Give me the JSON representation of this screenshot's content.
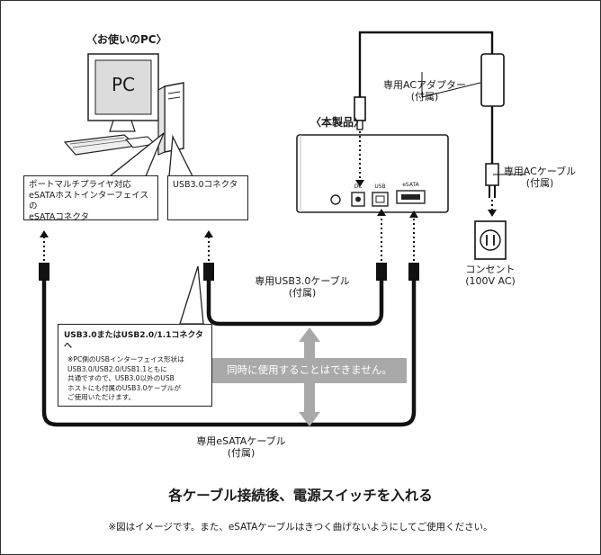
{
  "pc": {
    "caption": "〈お使いのPC〉",
    "screen_label": "PC"
  },
  "product": {
    "caption": "〈本製品〉",
    "port_label_dc": "DC",
    "port_label_usb": "USB",
    "port_label_esata": "eSATA"
  },
  "callouts": {
    "esata_port": "ポートマルチプライヤ対応\neSATAホストインターフェイスの\neSATAコネクタ",
    "usb_port": "USB3.0コネクタ"
  },
  "note": {
    "title": "USB3.0またはUSB2.0/1.1コネクタへ",
    "body": "※PC側のUSBインターフェイス形状は\nUSB3.0/USB2.0/USB1.1ともに\n共通ですので、USB3.0以外のUSB\nホストにも付属のUSB3.0ケーブルが\nご使用いただけます。"
  },
  "cables": {
    "usb": "専用USB3.0ケーブル\n(付属)",
    "esata": "専用eSATAケーブル\n(付属)",
    "adapter": "専用ACアダプター\n(付属)",
    "ac": "専用ACケーブル\n(付属)"
  },
  "outlet": {
    "label": "コンセント\n(100V AC)"
  },
  "warning": "同時に使用することはできません。",
  "heading": "各ケーブル接続後、電源スイッチを入れる",
  "footnote": "※図はイメージです。また、eSATAケーブルはきつく曲げないようにしてご使用ください。",
  "colors": {
    "line": "#111111",
    "arrow": "#a9a9a9",
    "screen": "#dcdcdc"
  }
}
